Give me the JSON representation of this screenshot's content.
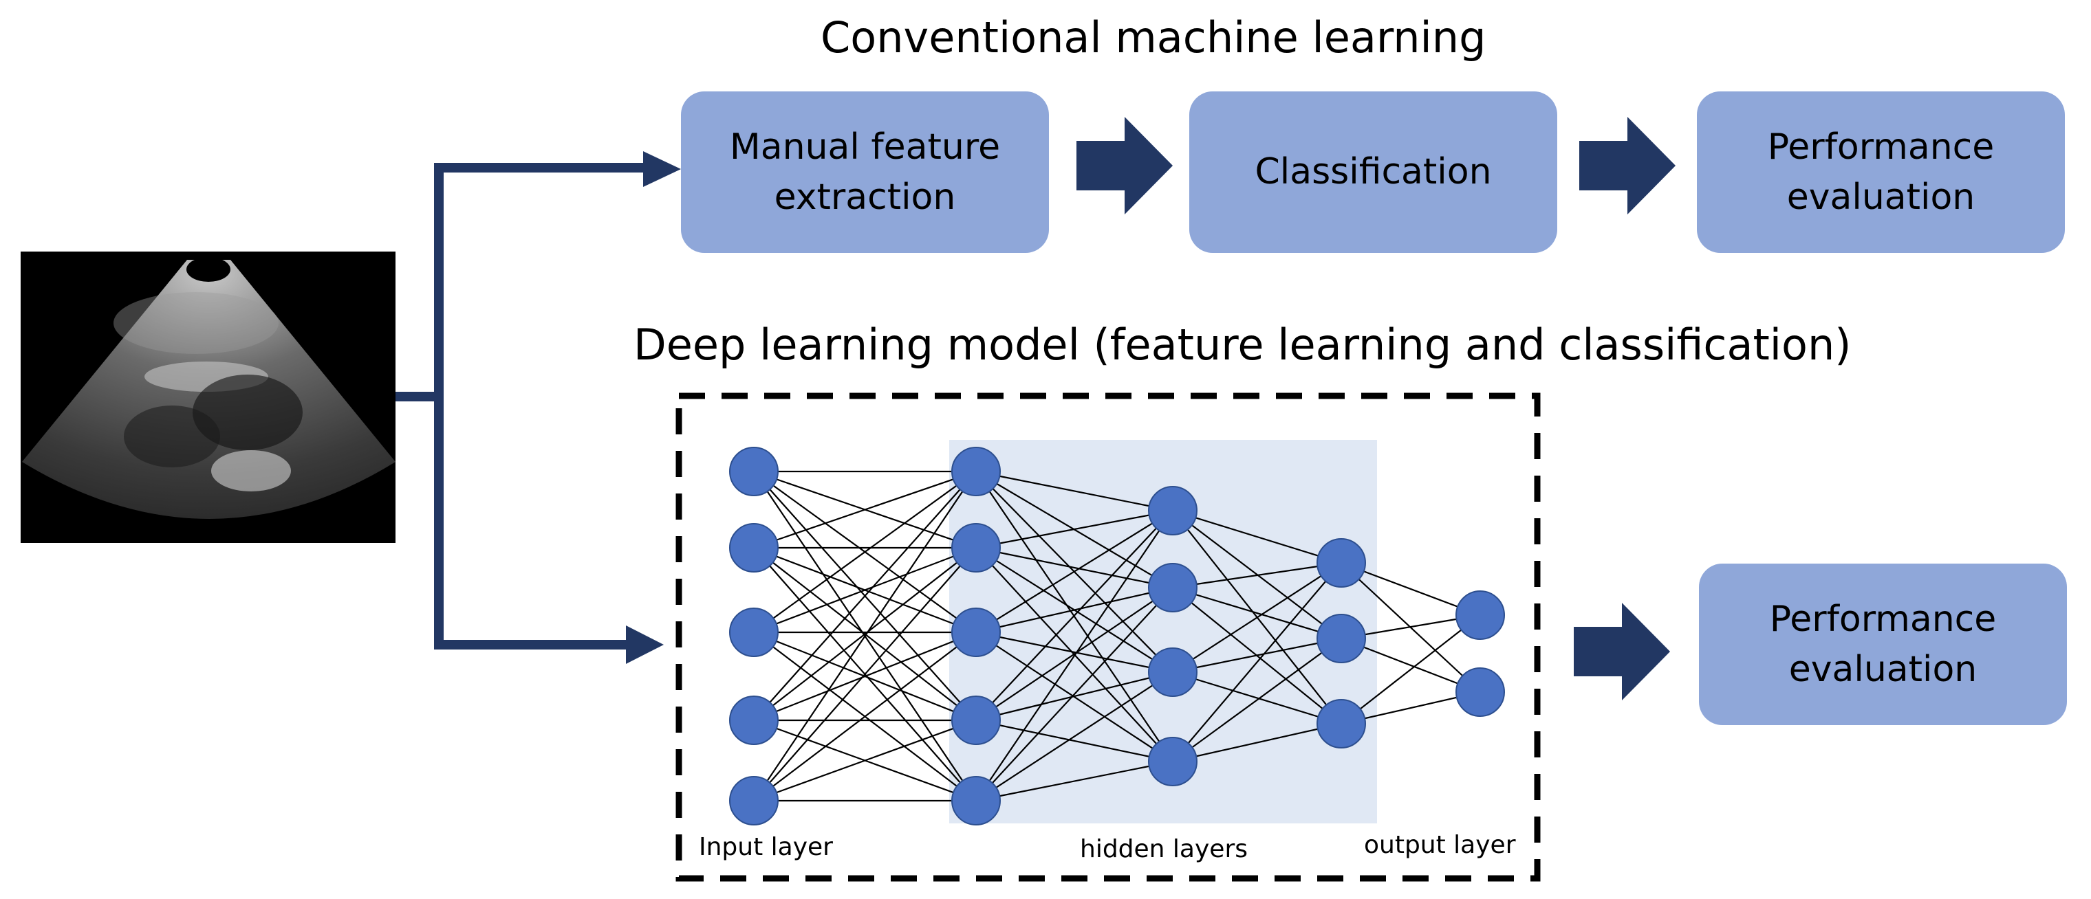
{
  "conventional": {
    "title": "Conventional machine learning",
    "steps": [
      {
        "label": "Manual feature\nextraction"
      },
      {
        "label": "Classification"
      },
      {
        "label": "Performance\nevaluation"
      }
    ]
  },
  "deep_learning": {
    "title": "Deep learning model (feature learning and classification)",
    "layers": [
      5,
      5,
      4,
      3,
      2
    ],
    "labels": {
      "input": "Input layer",
      "hidden": "hidden layers",
      "output": "output layer"
    },
    "result": {
      "label": "Performance\nevaluation"
    }
  },
  "colors": {
    "box_fill": "#8fa7d9",
    "arrow": "#223763",
    "node_fill": "#4a72c4",
    "node_stroke": "#2d4f8f",
    "hidden_region": "#e0e8f4"
  }
}
